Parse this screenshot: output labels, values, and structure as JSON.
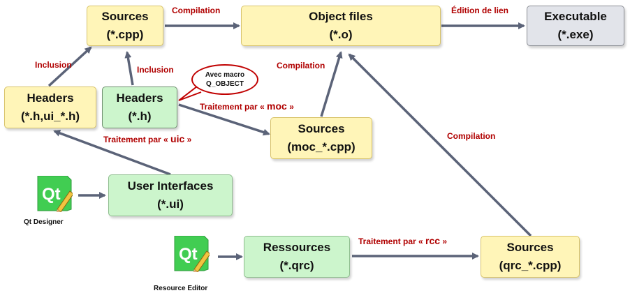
{
  "nodes": {
    "sources_cpp": {
      "line1": "Sources",
      "line2": "(*.cpp)"
    },
    "object_files": {
      "line1": "Object files",
      "line2": "(*.o)"
    },
    "executable": {
      "line1": "Executable",
      "line2": "(*.exe)"
    },
    "headers_ui": {
      "line1": "Headers",
      "line2": "(*.h,ui_*.h)"
    },
    "headers_h": {
      "line1": "Headers",
      "line2": "(*.h)"
    },
    "sources_moc": {
      "line1": "Sources",
      "line2": "(moc_*.cpp)"
    },
    "user_interfaces": {
      "line1": "User Interfaces",
      "line2": "(*.ui)"
    },
    "ressources": {
      "line1": "Ressources",
      "line2": "(*.qrc)"
    },
    "sources_qrc": {
      "line1": "Sources",
      "line2": "(qrc_*.cpp)"
    }
  },
  "edge_labels": {
    "compilation_top": "Compilation",
    "edition_de_lien": "Édition de lien",
    "inclusion_left": "Inclusion",
    "inclusion_mid": "Inclusion",
    "compilation_moc": "Compilation",
    "compilation_qrc": "Compilation",
    "moc_prefix": "Traitement par «",
    "moc_tool": "moc",
    "moc_suffix": "»",
    "uic_prefix": "Traitement par «",
    "uic_tool": "uic",
    "uic_suffix": "»",
    "rcc_prefix": "Traitement par «",
    "rcc_tool": "rcc",
    "rcc_suffix": "»"
  },
  "callout": {
    "line1": "Avec macro",
    "line2": "Q_OBJECT"
  },
  "tools": {
    "designer": {
      "logo": "Qt",
      "label": "Qt Designer",
      "icon": "qt-logo-pencil-icon"
    },
    "resource_editor": {
      "logo": "Qt",
      "label": "Resource Editor",
      "icon": "qt-logo-pencil-icon"
    }
  },
  "colors": {
    "yellow_fill": "#fff5b8",
    "green_fill": "#ccf5cc",
    "gray_fill": "#e2e4ea",
    "arrow": "#5b6378",
    "label_red": "#b00000",
    "qt_green": "#41cd52"
  }
}
